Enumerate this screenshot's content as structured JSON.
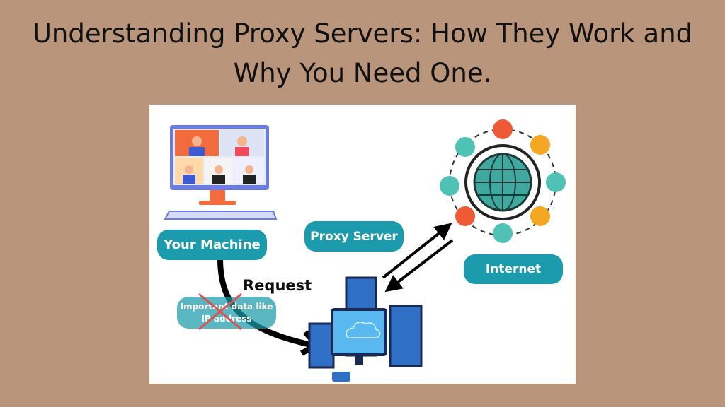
{
  "title_line1": "Understanding Proxy Servers: How They Work and",
  "title_line2": "Why You Need One.",
  "diagram": {
    "your_machine": "Your Machine",
    "proxy_server": "Proxy Server",
    "internet": "Internet",
    "request": "Request",
    "important_data": "Important data like IP address",
    "colors": {
      "background": "#b9957b",
      "pill": "#1b9bab",
      "cross": "#d9534f"
    }
  }
}
